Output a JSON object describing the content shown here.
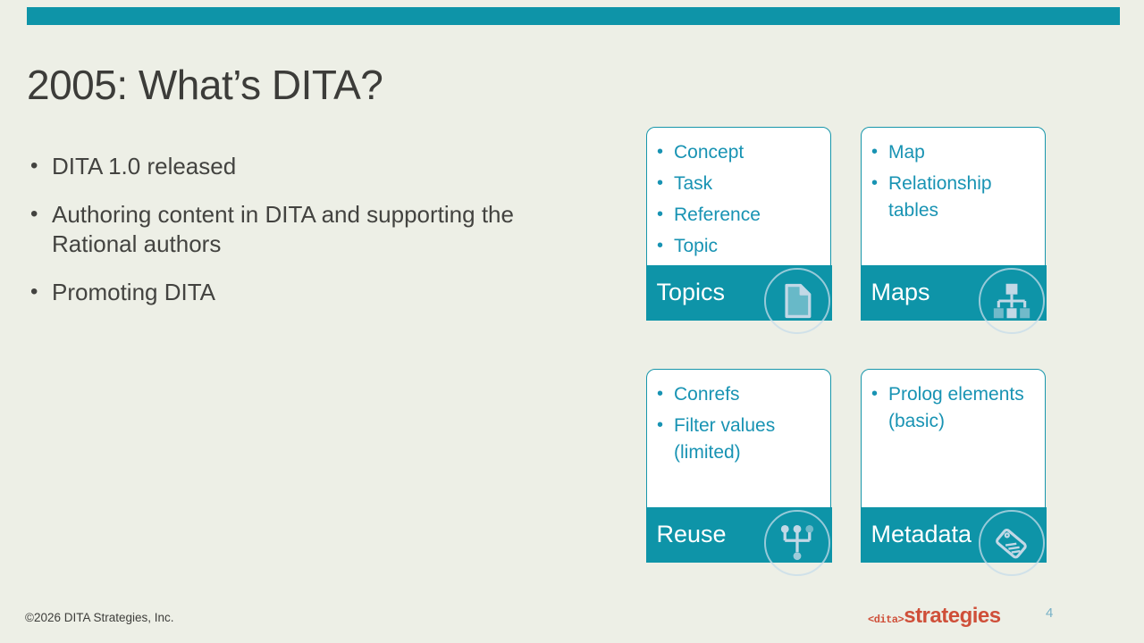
{
  "slide": {
    "title": "2005: What’s DITA?",
    "bullets": [
      {
        "text": "DITA 1.0 released"
      },
      {
        "text": "Authoring content in DITA and supporting the Rational authors"
      },
      {
        "text": "Promoting DITA"
      }
    ],
    "cards": [
      {
        "label": "Topics",
        "icon": "document-icon",
        "items": {
          "0": "Concept",
          "1": "Task",
          "2": "Reference",
          "3": "Topic"
        }
      },
      {
        "label": "Maps",
        "icon": "sitemap-icon",
        "items": {
          "0": "Map",
          "1": "Relationship tables"
        }
      },
      {
        "label": "Reuse",
        "icon": "merge-icon",
        "items": {
          "0": "Conrefs",
          "1": "Filter values (limited)"
        }
      },
      {
        "label": "Metadata",
        "icon": "tag-icon",
        "items": {
          "0": "Prolog elements (basic)"
        }
      }
    ],
    "footer": {
      "copyright": "©2026 DITA Strategies, Inc.",
      "logo_dita": "<dita>",
      "logo_strategies": "strategies",
      "page_number": "4"
    },
    "colors": {
      "accent_teal": "#0e94a8",
      "card_border_teal": "#1896ab",
      "card_text_teal": "#1893b3",
      "background_beige": "#edefe6",
      "text_dark": "#3c3c39",
      "logo_orange": "#cf4f39",
      "page_number_blue": "#77b1c7",
      "icon_light_blue": "#c2d8e6"
    }
  }
}
